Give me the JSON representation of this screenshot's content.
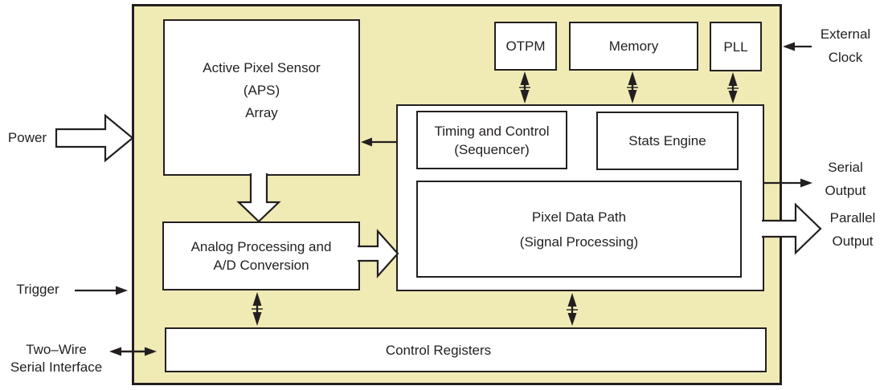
{
  "colors": {
    "chip_fill": "#f0ebb5",
    "line": "#231f20",
    "box_fill": "#ffffff",
    "background": "#ffffff"
  },
  "blocks": {
    "aps": {
      "lines": [
        "Active Pixel Sensor",
        "(APS)",
        "Array"
      ]
    },
    "analog": {
      "lines": [
        "Analog Processing and",
        "A/D Conversion"
      ]
    },
    "otpm": {
      "label": "OTPM"
    },
    "memory": {
      "label": "Memory"
    },
    "pll": {
      "label": "PLL"
    },
    "timing": {
      "lines": [
        "Timing and Control",
        "(Sequencer)"
      ]
    },
    "stats": {
      "label": "Stats Engine"
    },
    "pixel_data_path": {
      "lines": [
        "Pixel Data Path",
        "(Signal Processing)"
      ]
    },
    "control_registers": {
      "label": "Control Registers"
    }
  },
  "io_labels": {
    "power": "Power",
    "trigger": "Trigger",
    "two_wire": {
      "lines": [
        "Two–Wire",
        "Serial Interface"
      ]
    },
    "external_clock": {
      "lines": [
        "External",
        "Clock"
      ]
    },
    "serial_output": {
      "lines": [
        "Serial",
        "Output"
      ]
    },
    "parallel_output": {
      "lines": [
        "Parallel",
        "Output"
      ]
    }
  },
  "connections": [
    {
      "from": "Power",
      "to": "chip",
      "style": "wide-outline-arrow",
      "direction": "in"
    },
    {
      "from": "Trigger",
      "to": "chip",
      "style": "thin-arrow",
      "direction": "in"
    },
    {
      "from": "Two–Wire Serial Interface",
      "to": "chip",
      "style": "thin-arrow",
      "direction": "bidirectional"
    },
    {
      "from": "External Clock",
      "to": "PLL",
      "style": "thin-arrow",
      "direction": "in"
    },
    {
      "from": "digital block",
      "to": "Serial Output",
      "style": "thin-arrow",
      "direction": "out"
    },
    {
      "from": "digital block",
      "to": "Parallel Output",
      "style": "wide-outline-arrow",
      "direction": "out"
    },
    {
      "from": "APS Array",
      "to": "Analog Processing and A/D Conversion",
      "style": "wide-outline-arrow",
      "direction": "down"
    },
    {
      "from": "Analog Processing and A/D Conversion",
      "to": "digital block",
      "style": "wide-outline-arrow",
      "direction": "right"
    },
    {
      "from": "Timing and Control (Sequencer)",
      "to": "APS Array",
      "style": "thin-arrow",
      "direction": "left"
    },
    {
      "from": "OTPM",
      "to": "digital block",
      "style": "double-arrow",
      "direction": "bidirectional"
    },
    {
      "from": "Memory",
      "to": "digital block",
      "style": "double-arrow",
      "direction": "bidirectional"
    },
    {
      "from": "PLL",
      "to": "digital block",
      "style": "double-arrow",
      "direction": "bidirectional"
    },
    {
      "from": "Analog Processing and A/D Conversion",
      "to": "Control Registers",
      "style": "double-arrow",
      "direction": "bidirectional"
    },
    {
      "from": "Pixel Data Path",
      "to": "Control Registers",
      "style": "double-arrow",
      "direction": "bidirectional"
    }
  ]
}
